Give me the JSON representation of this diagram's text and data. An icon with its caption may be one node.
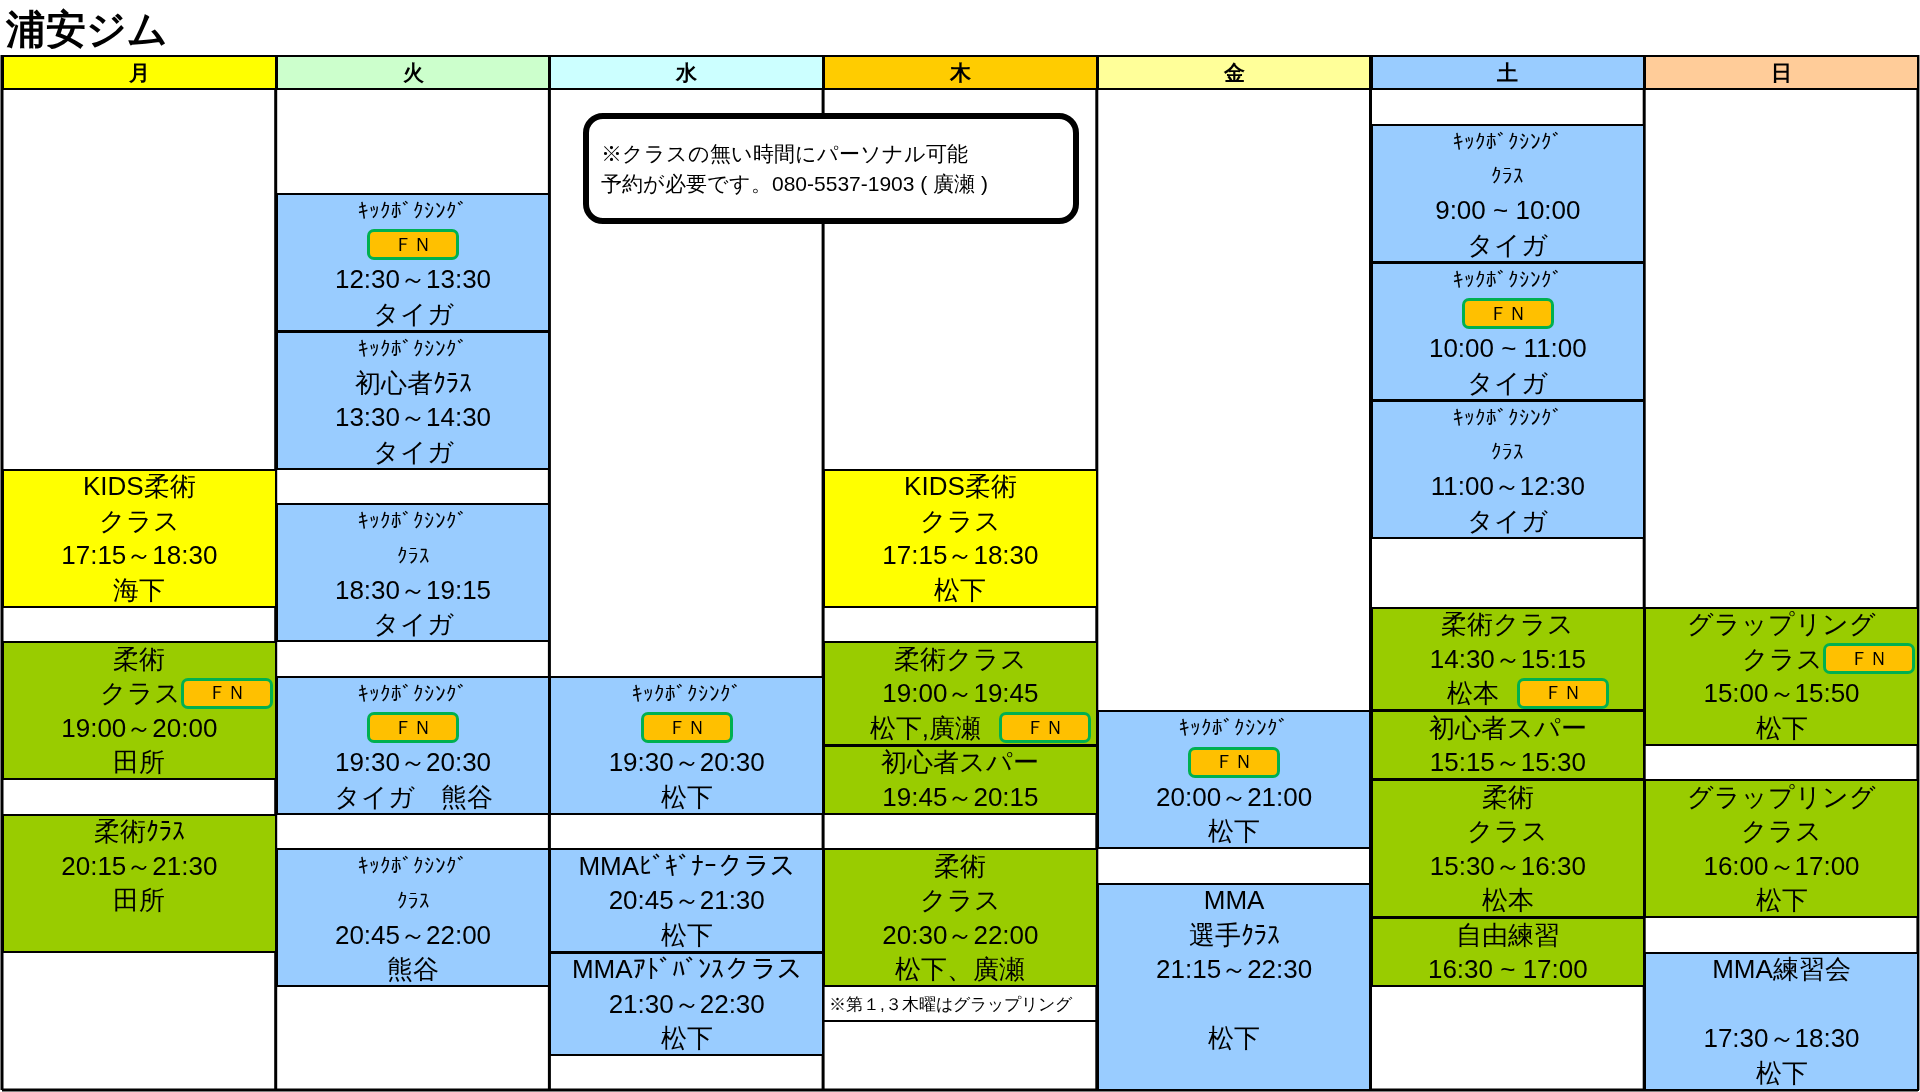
{
  "diagram": {
    "title": "浦安ジム",
    "nodes": [
      {
        "text": [
          "月"
        ]
      },
      {
        "text": [
          "火"
        ]
      },
      {
        "text": [
          "水"
        ]
      },
      {
        "text": [
          "木"
        ]
      },
      {
        "text": [
          "金"
        ]
      },
      {
        "text": [
          "土"
        ]
      },
      {
        "text": [
          "日"
        ]
      },
      {
        "text": [
          "※クラスの無い時間にパーソナル可能",
          "予約が必要です。080-5537-1903 ( 廣瀬 )"
        ]
      },
      {
        "text": [
          "KIDS柔術",
          "クラス",
          "17:15～18:30",
          "海下"
        ]
      },
      {
        "text": [
          "柔術",
          "クラス",
          "19:00～20:00",
          "田所"
        ]
      },
      {
        "text": [
          "ＦＮ"
        ],
        "in": 9
      },
      {
        "text": [
          "柔術ｸﾗｽ",
          "20:15～21:30",
          "田所"
        ]
      },
      {
        "text": [
          "ｷｯｸﾎﾞｸｼﾝｸﾞ",
          "12:30～13:30",
          "タイガ"
        ]
      },
      {
        "text": [
          "ＦＮ"
        ],
        "in": 12
      },
      {
        "text": [
          "ｷｯｸﾎﾞｸｼﾝｸﾞ",
          "初心者ｸﾗｽ",
          "13:30～14:30",
          "タイガ"
        ]
      },
      {
        "text": [
          "ｷｯｸﾎﾞｸｼﾝｸﾞ",
          "ｸﾗｽ",
          "18:30～19:15",
          "タイガ"
        ]
      },
      {
        "text": [
          "ｷｯｸﾎﾞｸｼﾝｸﾞ",
          "19:30～20:30",
          "タイガ　熊谷"
        ]
      },
      {
        "text": [
          "ＦＮ"
        ],
        "in": 16
      },
      {
        "text": [
          "ｷｯｸﾎﾞｸｼﾝｸﾞ",
          "ｸﾗｽ",
          "20:45～22:00",
          "熊谷"
        ]
      },
      {
        "text": [
          "ｷｯｸﾎﾞｸｼﾝｸﾞ",
          "19:30～20:30",
          "松下"
        ]
      },
      {
        "text": [
          "ＦＮ"
        ],
        "in": 19
      },
      {
        "text": [
          "MMAﾋﾞｷﾞﾅｰクラス",
          "20:45～21:30",
          "松下"
        ]
      },
      {
        "text": [
          "MMAｱﾄﾞﾊﾞﾝｽクラス",
          "21:30～22:30",
          "松下"
        ]
      },
      {
        "text": [
          "KIDS柔術",
          "クラス",
          "17:15～18:30",
          "松下"
        ]
      },
      {
        "text": [
          "柔術クラス",
          "19:00～19:45",
          "松下,廣瀬"
        ]
      },
      {
        "text": [
          "ＦＮ"
        ],
        "in": 24
      },
      {
        "text": [
          "初心者スパー",
          "19:45～20:15"
        ]
      },
      {
        "text": [
          "柔術",
          "クラス",
          "20:30～22:00",
          "松下、廣瀬"
        ]
      },
      {
        "text": [
          "ｷｯｸﾎﾞｸｼﾝｸﾞ",
          "20:00～21:00",
          "松下"
        ]
      },
      {
        "text": [
          "ＦＮ"
        ],
        "in": 28
      },
      {
        "text": [
          "MMA",
          "選手ｸﾗｽ",
          "21:15～22:30",
          "松下"
        ]
      },
      {
        "text": [
          "ｷｯｸﾎﾞｸｼﾝｸﾞ",
          "ｸﾗｽ",
          "9:00 ~ 10:00",
          "タイガ"
        ]
      },
      {
        "text": [
          "ｷｯｸﾎﾞｸｼﾝｸﾞ",
          "10:00 ~ 11:00",
          "タイガ"
        ]
      },
      {
        "text": [
          "ＦＮ"
        ],
        "in": 32
      },
      {
        "text": [
          "ｷｯｸﾎﾞｸｼﾝｸﾞ",
          "ｸﾗｽ",
          "11:00～12:30",
          "タイガ"
        ]
      },
      {
        "text": [
          "柔術クラス",
          "14:30～15:15",
          "松本"
        ]
      },
      {
        "text": [
          "ＦＮ"
        ],
        "in": 35
      },
      {
        "text": [
          "初心者スパー",
          "15:15～15:30"
        ]
      },
      {
        "text": [
          "柔術",
          "クラス",
          "15:30～16:30",
          "松本"
        ]
      },
      {
        "text": [
          "自由練習",
          "16:30 ~ 17:00"
        ]
      },
      {
        "text": [
          "グラップリング",
          "クラス",
          "15:00～15:50",
          "松下"
        ]
      },
      {
        "text": [
          "ＦＮ"
        ],
        "in": 40
      },
      {
        "text": [
          "グラップリング",
          "クラス",
          "16:00～17:00",
          "松下"
        ]
      },
      {
        "text": [
          "MMA練習会",
          "17:30～18:30",
          "松下"
        ]
      }
    ],
    "labels": [
      "※第１,３木曜はグラップリング"
    ]
  }
}
